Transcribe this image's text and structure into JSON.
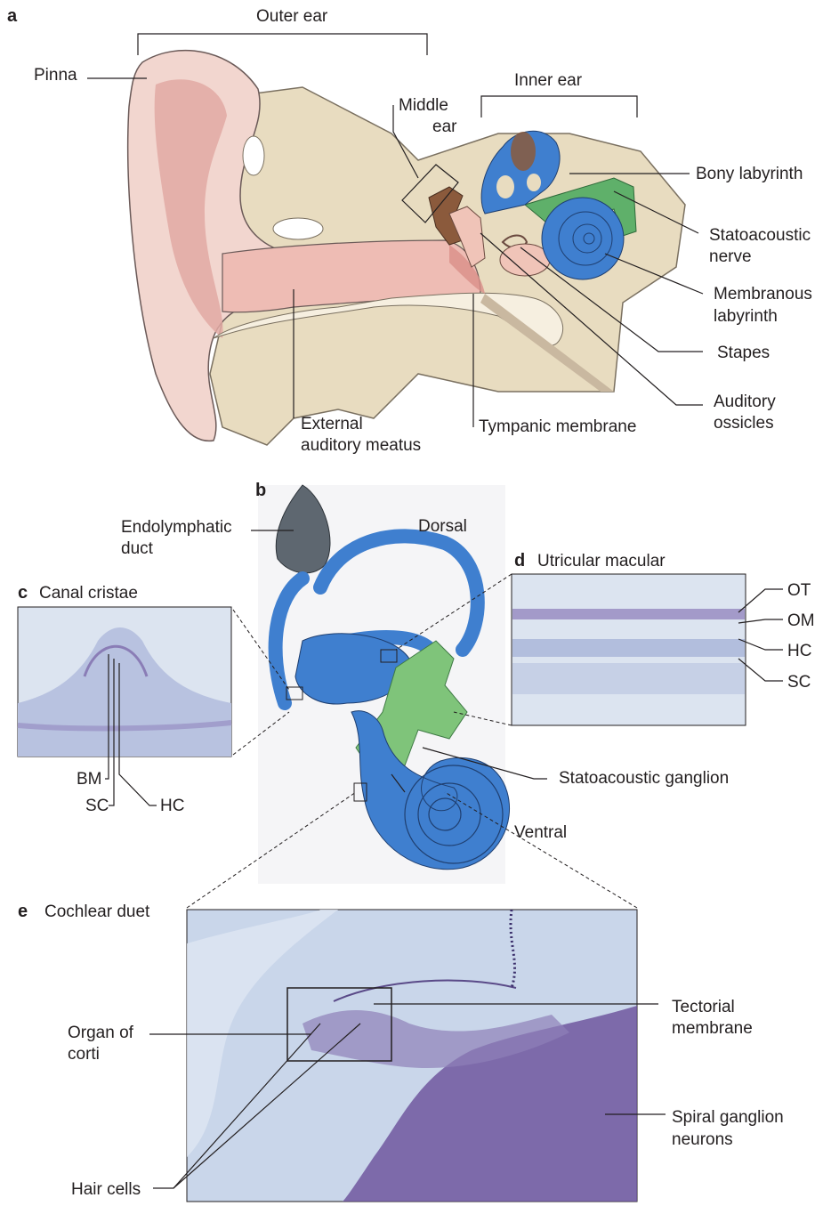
{
  "panels": {
    "a": "a",
    "b": "b",
    "c": "c",
    "d": "d",
    "e": "e"
  },
  "panel_a": {
    "outer_ear": "Outer ear",
    "pinna": "Pinna",
    "middle_ear_1": "Middle",
    "middle_ear_2": "ear",
    "inner_ear": "Inner ear",
    "bony_labyrinth": "Bony labyrinth",
    "statoacoustic_nerve_1": "Statoacoustic",
    "statoacoustic_nerve_2": "nerve",
    "membranous_labyrinth_1": "Membranous",
    "membranous_labyrinth_2": "labyrinth",
    "stapes": "Stapes",
    "auditory_ossicles_1": "Auditory",
    "auditory_ossicles_2": "ossicles",
    "external_meatus_1": "External",
    "external_meatus_2": "auditory meatus",
    "tympanic_membrane": "Tympanic membrane"
  },
  "panel_b": {
    "endolymphatic_duct_1": "Endolymphatic",
    "endolymphatic_duct_2": "duct",
    "dorsal": "Dorsal",
    "ventral": "Ventral",
    "statoacoustic_ganglion": "Statoacoustic ganglion"
  },
  "panel_c": {
    "title": "Canal cristae",
    "bm": "BM",
    "sc": "SC",
    "hc": "HC"
  },
  "panel_d": {
    "title": "Utricular macular",
    "ot": "OT",
    "om": "OM",
    "hc": "HC",
    "sc": "SC"
  },
  "panel_e": {
    "title": "Cochlear duet",
    "organ_of_corti_1": "Organ of",
    "organ_of_corti_2": "corti",
    "hair_cells": "Hair cells",
    "tectorial_membrane_1": "Tectorial",
    "tectorial_membrane_2": "membrane",
    "spiral_ganglion_1": "Spiral ganglion",
    "spiral_ganglion_2": "neurons"
  },
  "colors": {
    "skin": "#f2d6cf",
    "skin_dark": "#e2a9a3",
    "bone": "#e8dcc0",
    "membranous_blue": "#3f7fcf",
    "ganglion_green": "#7fc47a",
    "ossicle_brown": "#8b5a3c",
    "duct_grey": "#5e6770",
    "histo_bg": "#c9d6ea",
    "histo_purple": "#6a4f9a"
  }
}
